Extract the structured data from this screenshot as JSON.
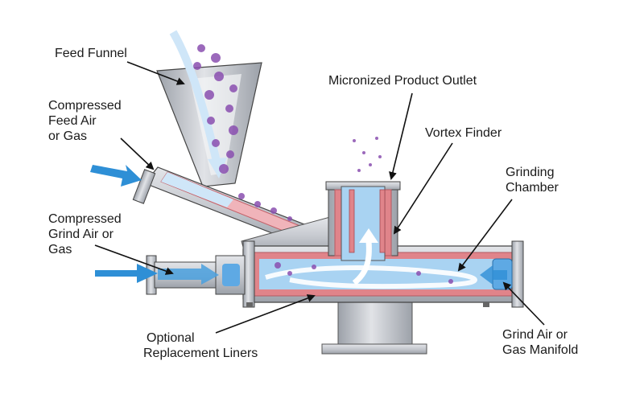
{
  "labels": {
    "feed_funnel": "Feed Funnel",
    "product_outlet": "Micronized Product Outlet",
    "compressed_feed_air": [
      "Compressed",
      "Feed Air",
      "or Gas"
    ],
    "vortex_finder": "Vortex Finder",
    "grinding_chamber": [
      "Grinding",
      "Chamber"
    ],
    "compressed_grind_air": [
      "Compressed",
      "Grind Air or",
      "Gas"
    ],
    "replacement_liners": [
      "Optional",
      "Replacement Liners"
    ],
    "grind_air_manifold": [
      "Grind Air or",
      "Gas Manifold"
    ]
  },
  "colors": {
    "steel": "#c9ccd2",
    "steel_dark": "#8f949c",
    "liner": "#e0848a",
    "air_flow": "#2e8fd6",
    "chamber_fill": "#a9d3f2",
    "particles": "#8a4fb0",
    "outline": "#333333"
  }
}
